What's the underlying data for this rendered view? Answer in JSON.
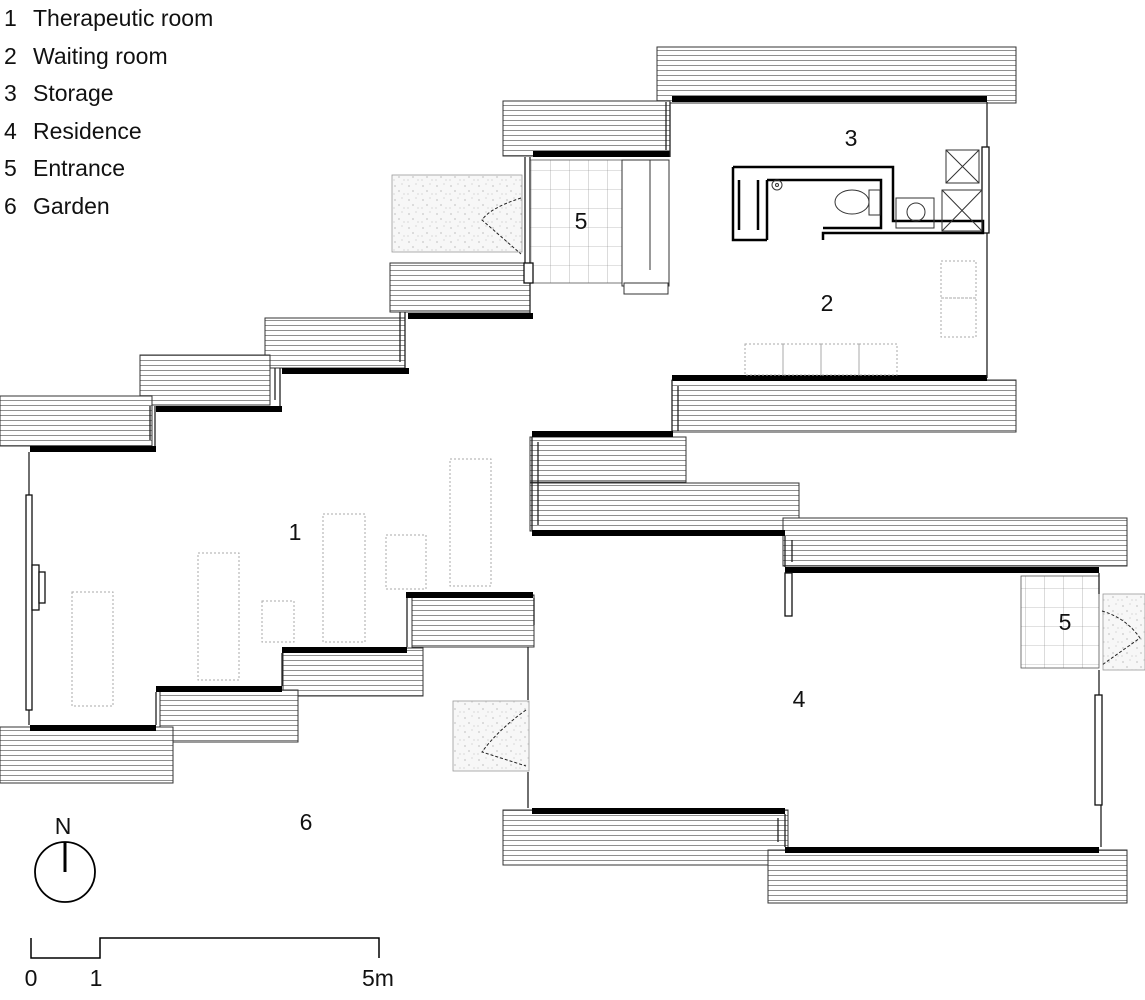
{
  "legend": [
    {
      "num": "1",
      "label": "Therapeutic room"
    },
    {
      "num": "2",
      "label": "Waiting room"
    },
    {
      "num": "3",
      "label": "Storage"
    },
    {
      "num": "4",
      "label": "Residence"
    },
    {
      "num": "5",
      "label": "Entrance"
    },
    {
      "num": "6",
      "label": "Garden"
    }
  ],
  "plan_labels": {
    "therapeutic_room": "1",
    "waiting_room": "2",
    "storage": "3",
    "residence": "4",
    "entrance_north": "5",
    "entrance_east": "5",
    "garden": "6"
  },
  "north": {
    "label": "N"
  },
  "scale_bar": {
    "tick_0": "0",
    "tick_1": "1",
    "tick_5": "5m"
  }
}
